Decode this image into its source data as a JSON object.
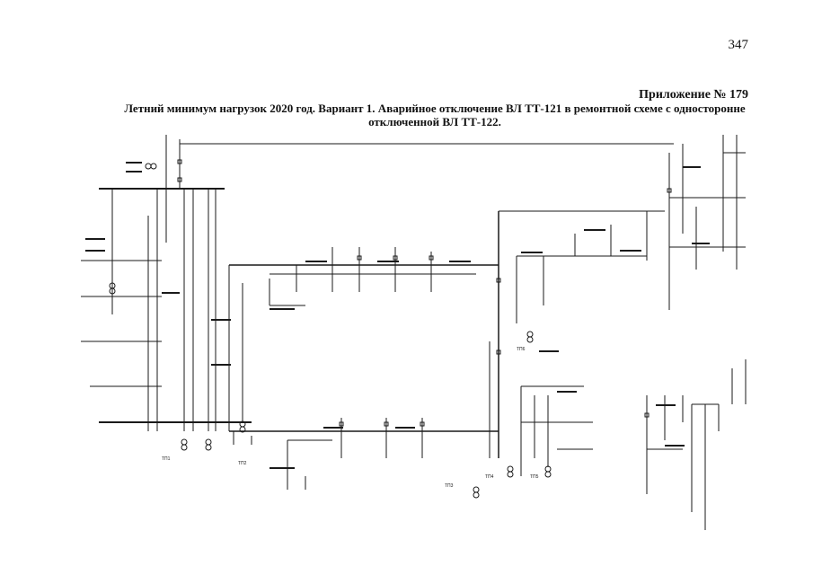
{
  "page_number": "347",
  "appendix": "Приложение № 179",
  "title_line1": "Летний минимум нагрузок 2020 год. Вариант 1. Аварийное отключение ВЛ ТТ-121 в ремонтной схеме с односторонне",
  "title_line2": "отключенной ВЛ ТТ-122.",
  "labels": {
    "t1": "ТП1",
    "t2": "ТП2",
    "t3": "ТП3",
    "t4": "ТП4",
    "t5": "ТП5",
    "t6": "ТП6"
  },
  "colors": {
    "ink": "#1a1a1a",
    "paper": "#ffffff"
  }
}
